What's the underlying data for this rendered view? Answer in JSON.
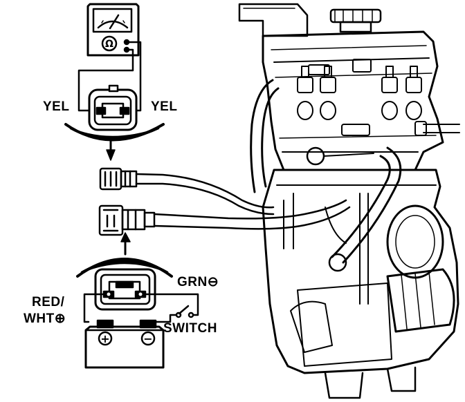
{
  "labels": {
    "yel_left": "YEL",
    "yel_right": "YEL",
    "grn": "GRN⊖",
    "red_wht_line1": "RED/",
    "red_wht_line2": "WHT⊕",
    "switch": "SWITCH"
  },
  "meter": {
    "dial_symbol": "Ω"
  },
  "battery": {
    "positive_symbol": "+",
    "negative_symbol": "−"
  },
  "colors": {
    "ink": "#000000",
    "paper": "#ffffff"
  },
  "icons": [
    "ohmmeter-icon",
    "connector-icon",
    "battery-icon",
    "switch-icon",
    "engine-illustration"
  ]
}
